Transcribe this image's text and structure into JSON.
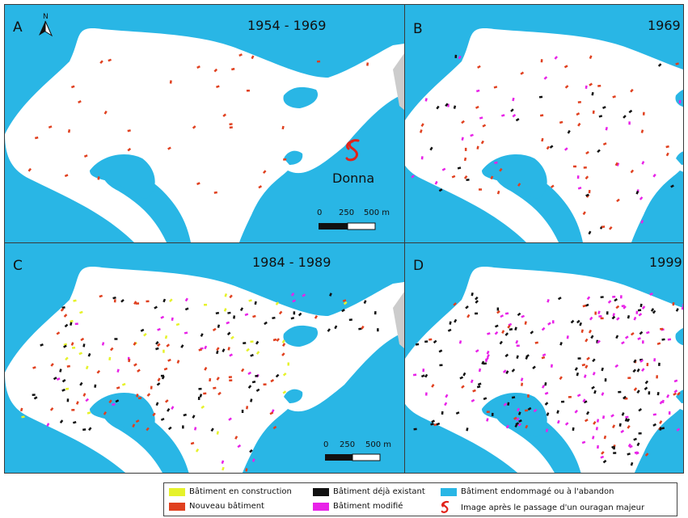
{
  "panels": [
    {
      "letter": "A",
      "period": "1954 - 1969"
    },
    {
      "letter": "B",
      "period": "1969 -"
    },
    {
      "letter": "C",
      "period": "1984 - 1989"
    },
    {
      "letter": "D",
      "period": "1999 -"
    }
  ],
  "north_arrow": {
    "letter": "N",
    "icon": "north-arrow-icon"
  },
  "hurricane": {
    "name": "Donna",
    "icon": "hurricane-symbol-icon",
    "color": "#e2231a"
  },
  "scalebar": {
    "ticks": [
      "0",
      "250",
      "500 m"
    ]
  },
  "colors": {
    "water": "#29b6e5",
    "land": "#ffffff",
    "construction": "#e6f22a",
    "existing": "#111111",
    "damaged": "#29b6e5",
    "new": "#e0401f",
    "modified": "#e822e8",
    "pier": "#cccccc"
  },
  "legend": {
    "construction": "Bâtiment en construction",
    "existing": "Bâtiment déjà existant",
    "damaged": "Bâtiment endommagé ou à l'abandon",
    "new": "Nouveau bâtiment",
    "modified": "Bâtiment modifié",
    "hurricane": "Image après le passage d'un ouragan majeur"
  }
}
